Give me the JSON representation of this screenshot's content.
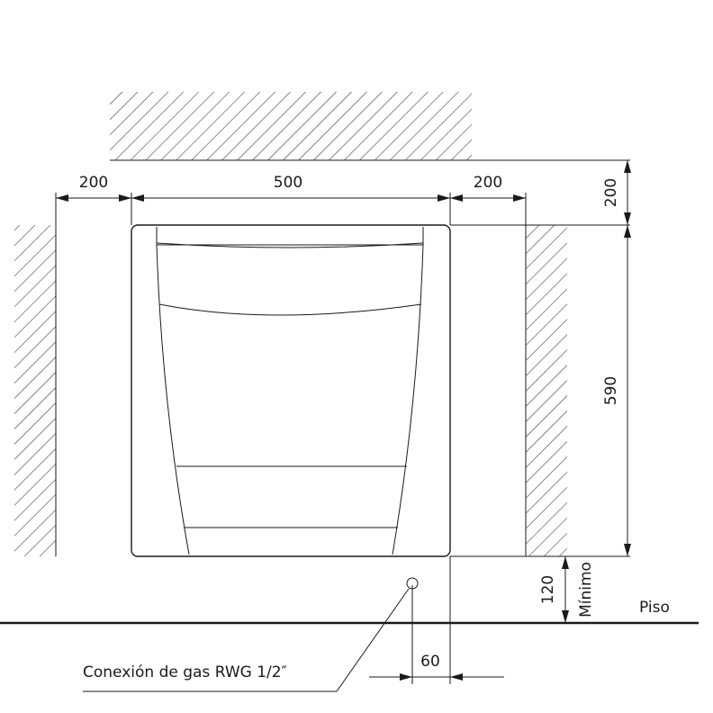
{
  "dimensions": {
    "left_clearance": "200",
    "width": "500",
    "right_clearance": "200",
    "top_clearance": "200",
    "height": "590",
    "min_floor_height": "120",
    "min_label": "Mínimo",
    "gas_offset": "60"
  },
  "labels": {
    "floor": "Piso",
    "gas_connection": "Conexión de gas RWG 1/2″"
  }
}
